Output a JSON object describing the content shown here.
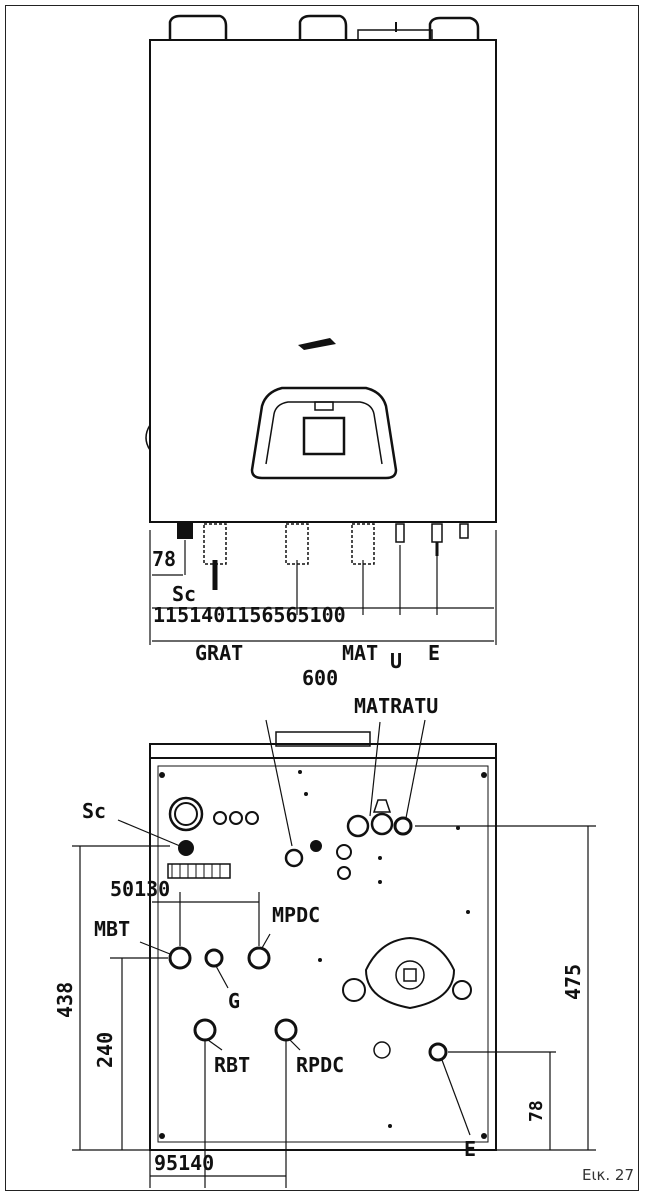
{
  "front_view": {
    "dim_78": "78",
    "label_sc": "Sc",
    "dim_row": "1151401156565100",
    "label_grat": "GRAT",
    "label_mat": "MAT",
    "label_u": "U",
    "label_e": "E",
    "dim_600": "600"
  },
  "rear_view": {
    "label_matratu": "MATRATU",
    "label_sc": "Sc",
    "dim_50130": "50130",
    "label_mbt": "MBT",
    "label_mpdc": "MPDC",
    "label_g": "G",
    "label_rbt": "RBT",
    "label_rpdc": "RPDC",
    "dim_438": "438",
    "dim_240": "240",
    "dim_475": "475",
    "dim_78": "78",
    "dim_95140": "95140",
    "label_e": "E"
  },
  "figure_caption": "Εικ. 27"
}
